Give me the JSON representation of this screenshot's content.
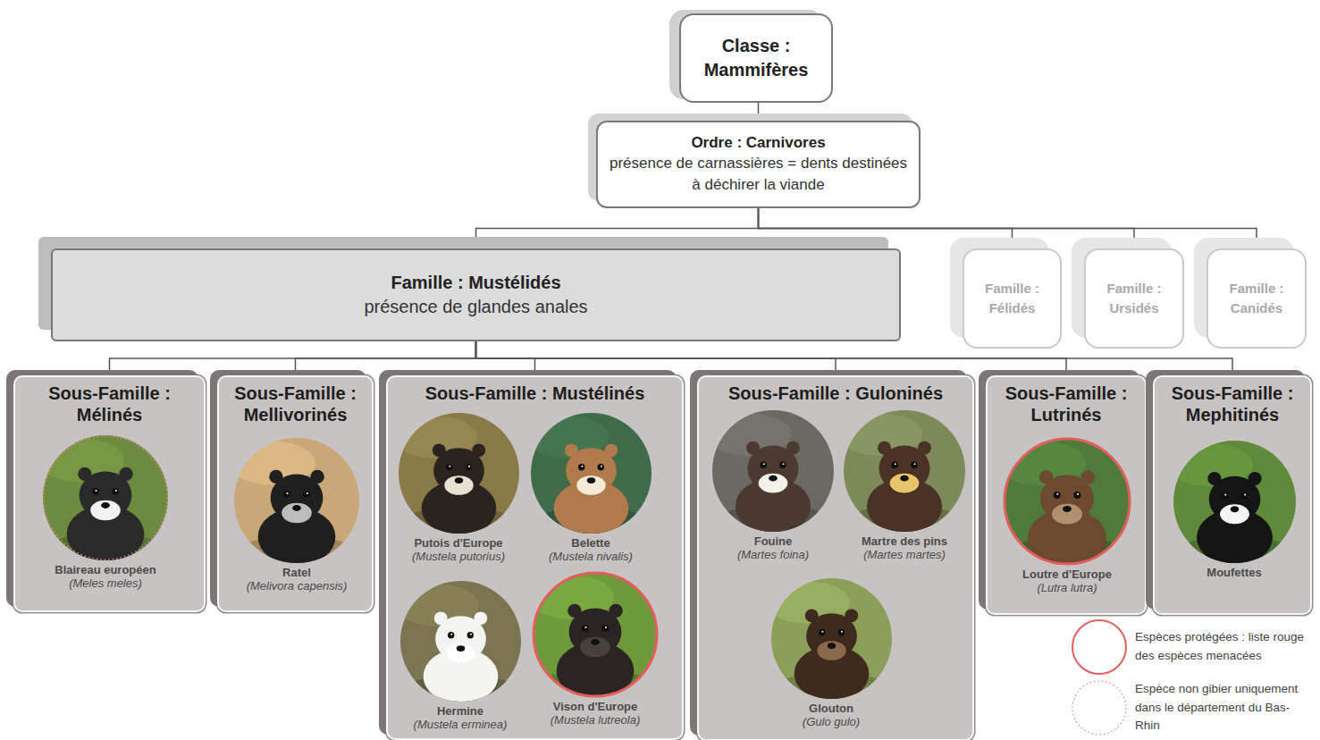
{
  "diagram": {
    "nodes": [
      {
        "text": [
          "Classe : Mammifères"
        ]
      },
      {
        "text": [
          "Ordre : Carnivores",
          "présence de carnassières = dents destinées à déchirer la viande"
        ]
      },
      {
        "text": [
          "Famille : Mustélidés",
          "présence de glandes anales"
        ]
      },
      {
        "text": [
          "Famille : Félidés"
        ]
      },
      {
        "text": [
          "Famille : Ursidés"
        ]
      },
      {
        "text": [
          "Famille : Canidés"
        ]
      },
      {
        "text": [
          "Sous-Famille : Mélinés"
        ]
      },
      {
        "text": [
          "Blaireau européen",
          "(Meles meles)"
        ],
        "in": 6
      },
      {
        "text": [
          "Sous-Famille : Mellivorinés"
        ]
      },
      {
        "text": [
          "Ratel",
          "(Melivora capensis)"
        ],
        "in": 8
      },
      {
        "text": [
          "Sous-Famille : Mustélinés"
        ]
      },
      {
        "text": [
          "Putois d'Europe",
          "(Mustela putorius)"
        ],
        "in": 10
      },
      {
        "text": [
          "Belette",
          "(Mustela nivalis)"
        ],
        "in": 10
      },
      {
        "text": [
          "Hermine",
          "(Mustela erminea)"
        ],
        "in": 10
      },
      {
        "text": [
          "Vison d'Europe",
          "(Mustela lutreola)"
        ],
        "in": 10
      },
      {
        "text": [
          "Sous-Famille : Guloninés"
        ]
      },
      {
        "text": [
          "Fouine",
          "(Martes foina)"
        ],
        "in": 15
      },
      {
        "text": [
          "Martre des pins",
          "(Martes martes)"
        ],
        "in": 15
      },
      {
        "text": [
          "Glouton",
          "(Gulo gulo)"
        ],
        "in": 15
      },
      {
        "text": [
          "Sous-Famille : Lutrinés"
        ]
      },
      {
        "text": [
          "Loutre d'Europe",
          "(Lutra lutra)"
        ],
        "in": 19
      },
      {
        "text": [
          "Sous-Famille : Mephitinés"
        ]
      },
      {
        "text": [
          "Moufettes"
        ],
        "in": 21
      }
    ],
    "edges": [
      {
        "from": 0,
        "to": 1,
        "arrow": "none"
      },
      {
        "from": 1,
        "to": 2,
        "arrow": "none"
      },
      {
        "from": 1,
        "to": 3,
        "arrow": "none"
      },
      {
        "from": 1,
        "to": 4,
        "arrow": "none"
      },
      {
        "from": 1,
        "to": 5,
        "arrow": "none"
      },
      {
        "from": 2,
        "to": 6,
        "arrow": "none"
      },
      {
        "from": 2,
        "to": 8,
        "arrow": "none"
      },
      {
        "from": 2,
        "to": 10,
        "arrow": "none"
      },
      {
        "from": 2,
        "to": 15,
        "arrow": "none"
      },
      {
        "from": 2,
        "to": 19,
        "arrow": "none"
      },
      {
        "from": 2,
        "to": 21,
        "arrow": "none"
      }
    ],
    "legend": [
      {
        "text": "Espèces protégées : liste rouge des espèces menacées"
      },
      {
        "text": "Espèce non gibier uniquement dans le département du Bas-Rhin"
      }
    ]
  }
}
